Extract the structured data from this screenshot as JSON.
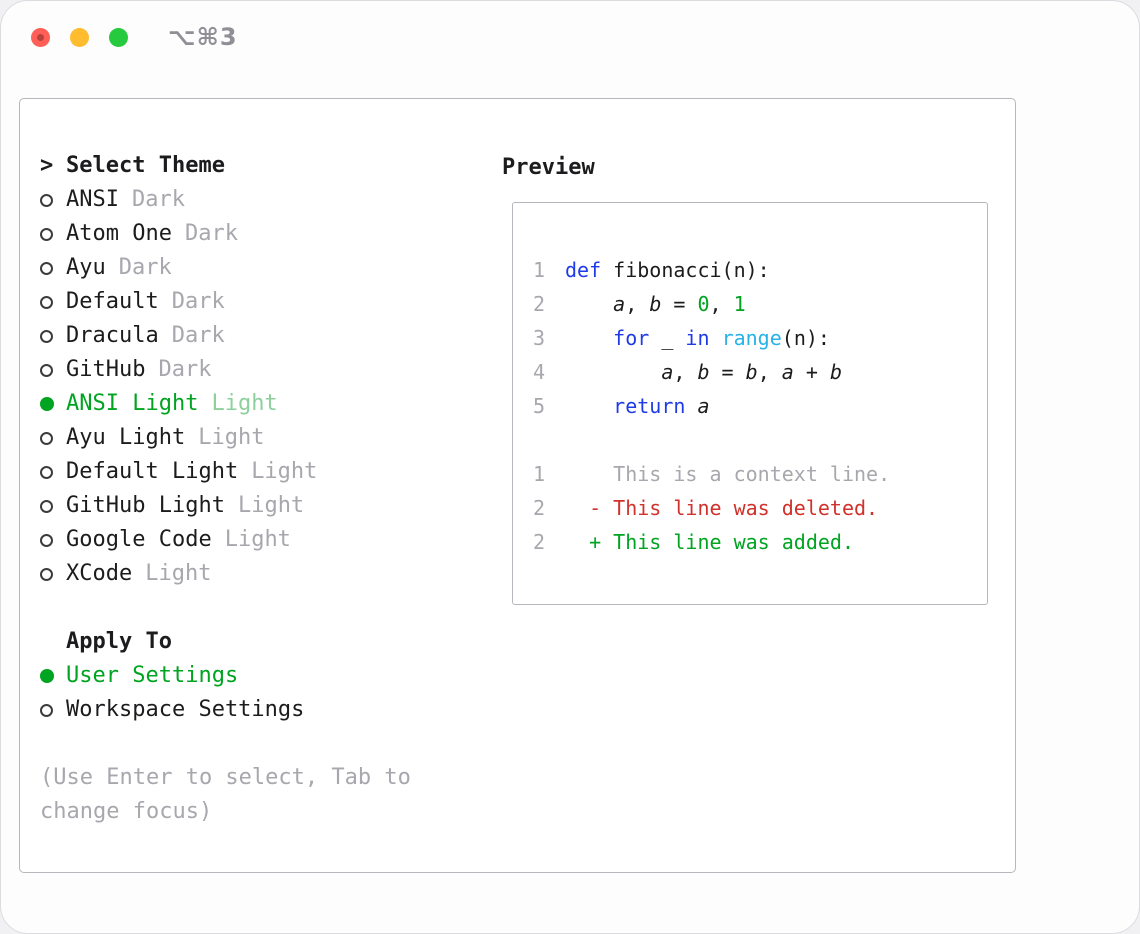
{
  "window": {
    "shortcut": "⌥⌘3"
  },
  "theme_selector": {
    "prompt": ">",
    "title": "Select Theme",
    "items": [
      {
        "name": "ANSI",
        "variant": "Dark",
        "selected": false
      },
      {
        "name": "Atom One",
        "variant": "Dark",
        "selected": false
      },
      {
        "name": "Ayu",
        "variant": "Dark",
        "selected": false
      },
      {
        "name": "Default",
        "variant": "Dark",
        "selected": false
      },
      {
        "name": "Dracula",
        "variant": "Dark",
        "selected": false
      },
      {
        "name": "GitHub",
        "variant": "Dark",
        "selected": false
      },
      {
        "name": "ANSI Light",
        "variant": "Light",
        "selected": true
      },
      {
        "name": "Ayu Light",
        "variant": "Light",
        "selected": false
      },
      {
        "name": "Default Light",
        "variant": "Light",
        "selected": false
      },
      {
        "name": "GitHub Light",
        "variant": "Light",
        "selected": false
      },
      {
        "name": "Google Code",
        "variant": "Light",
        "selected": false
      },
      {
        "name": "XCode",
        "variant": "Light",
        "selected": false
      }
    ]
  },
  "apply_to": {
    "title": "Apply To",
    "options": [
      {
        "label": "User Settings",
        "selected": true
      },
      {
        "label": "Workspace Settings",
        "selected": false
      }
    ]
  },
  "hint": "(Use Enter to select, Tab to change focus)",
  "preview": {
    "title": "Preview",
    "code_lines": [
      {
        "num": "1",
        "tokens": [
          {
            "c": "kw",
            "t": "def"
          },
          {
            "c": "plain",
            "t": " fibonacci(n):"
          }
        ]
      },
      {
        "num": "2",
        "tokens": [
          {
            "c": "plain",
            "t": "    "
          },
          {
            "c": "var",
            "t": "a"
          },
          {
            "c": "plain",
            "t": ", "
          },
          {
            "c": "var",
            "t": "b"
          },
          {
            "c": "plain",
            "t": " = "
          },
          {
            "c": "num",
            "t": "0"
          },
          {
            "c": "plain",
            "t": ", "
          },
          {
            "c": "num",
            "t": "1"
          }
        ]
      },
      {
        "num": "3",
        "tokens": [
          {
            "c": "plain",
            "t": "    "
          },
          {
            "c": "kw",
            "t": "for"
          },
          {
            "c": "plain",
            "t": " _ "
          },
          {
            "c": "kw",
            "t": "in"
          },
          {
            "c": "plain",
            "t": " "
          },
          {
            "c": "fn",
            "t": "range"
          },
          {
            "c": "plain",
            "t": "(n):"
          }
        ]
      },
      {
        "num": "4",
        "tokens": [
          {
            "c": "plain",
            "t": "        "
          },
          {
            "c": "var",
            "t": "a"
          },
          {
            "c": "plain",
            "t": ", "
          },
          {
            "c": "var",
            "t": "b"
          },
          {
            "c": "plain",
            "t": " = "
          },
          {
            "c": "var",
            "t": "b"
          },
          {
            "c": "plain",
            "t": ", "
          },
          {
            "c": "var",
            "t": "a"
          },
          {
            "c": "plain",
            "t": " + "
          },
          {
            "c": "var",
            "t": "b"
          }
        ]
      },
      {
        "num": "5",
        "tokens": [
          {
            "c": "plain",
            "t": "    "
          },
          {
            "c": "kw",
            "t": "return"
          },
          {
            "c": "plain",
            "t": " "
          },
          {
            "c": "var",
            "t": "a"
          }
        ]
      }
    ],
    "diff_lines": [
      {
        "num": "1",
        "type": "context",
        "text": "    This is a context line."
      },
      {
        "num": "2",
        "type": "deleted",
        "text": "  - This line was deleted."
      },
      {
        "num": "2",
        "type": "added",
        "text": "  + This line was added."
      }
    ]
  },
  "colors": {
    "accent_green": "#00a421",
    "number_green": "#00a421",
    "selected_variant_green": "#8ed09b",
    "keyword_blue": "#1f3be8",
    "function_cyan": "#28b2e8",
    "deleted_red": "#d0312a",
    "muted_gray": "#a7a7ad",
    "text_dark": "#1c1c1e",
    "traffic_red": "#ff5f57",
    "traffic_yellow": "#febc2e",
    "traffic_green": "#27c93f"
  }
}
